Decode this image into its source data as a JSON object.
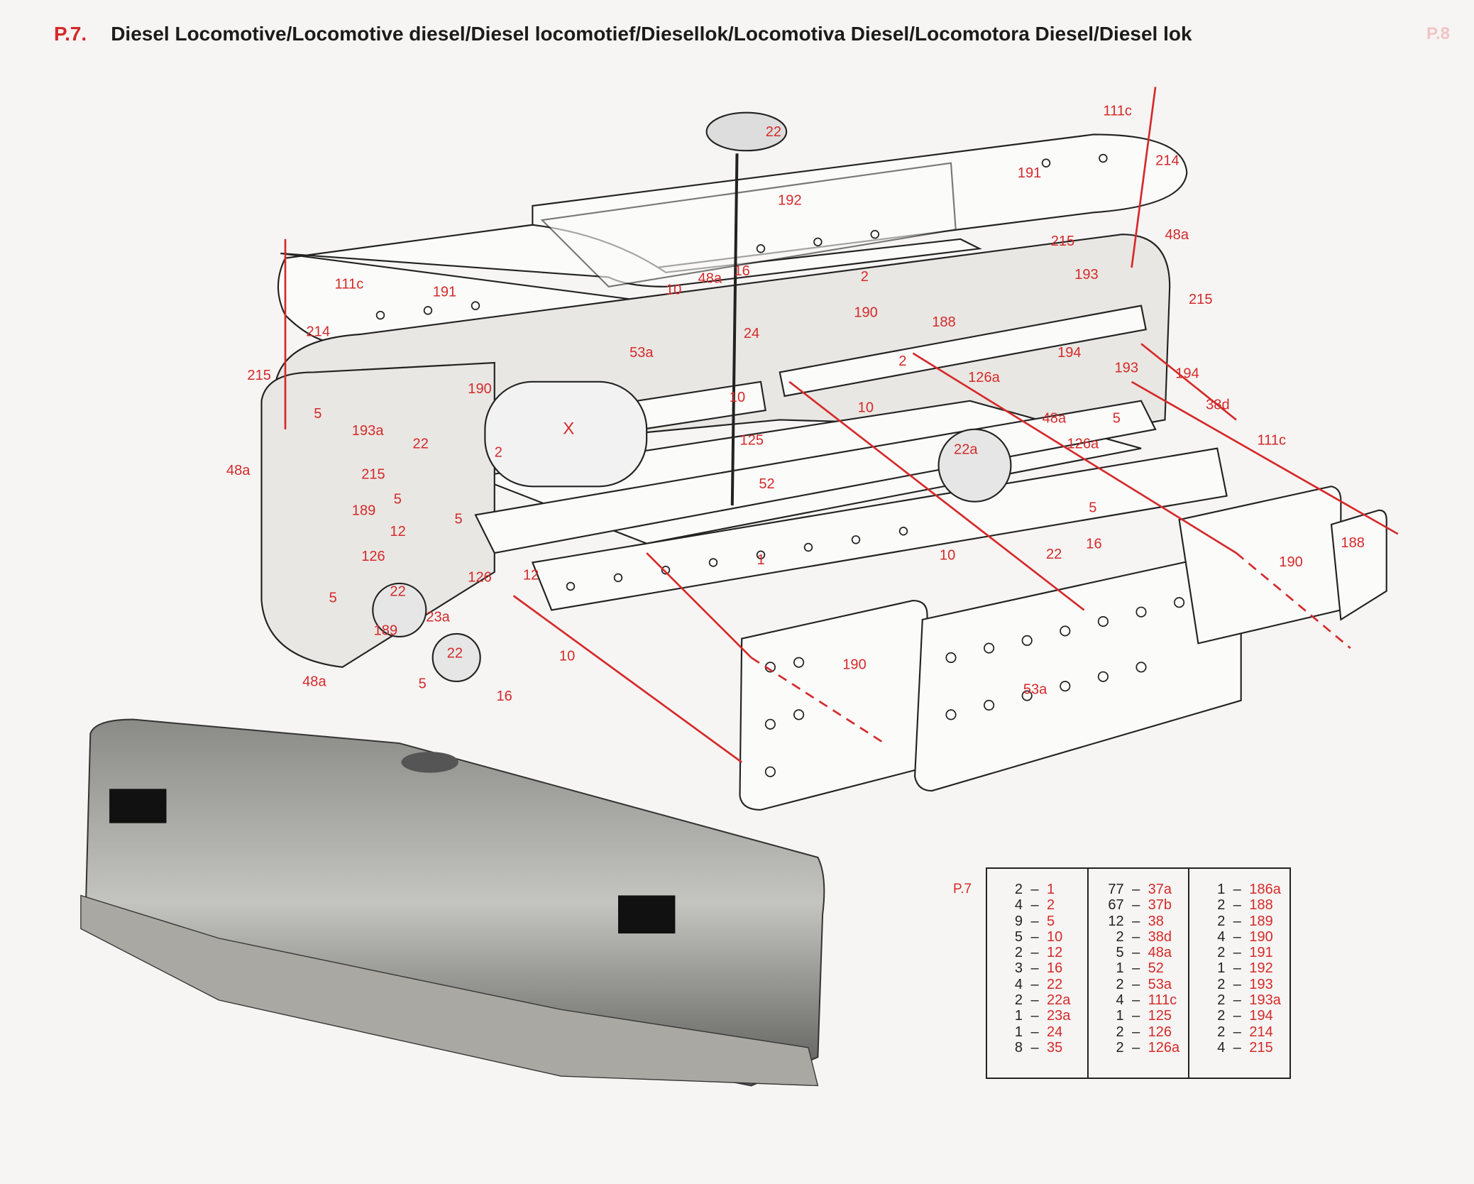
{
  "header": {
    "page_number": "P.7.",
    "title": "Diesel Locomotive/Locomotive diesel/Diesel locomotief/Diesellok/Locomotiva Diesel/Locomotora Diesel/Diesel lok",
    "bleed_through": "P.8"
  },
  "diagram": {
    "callouts": [
      "111c",
      "214",
      "191",
      "22",
      "192",
      "48a",
      "215",
      "193",
      "215",
      "2",
      "190",
      "188",
      "194",
      "193",
      "194",
      "38d",
      "111c",
      "10",
      "48a",
      "16",
      "24",
      "53a",
      "10",
      "125",
      "52",
      "2",
      "126a",
      "10",
      "48a",
      "5",
      "126a",
      "22a",
      "5",
      "22",
      "16",
      "10",
      "190",
      "188",
      "190",
      "53a",
      "191",
      "111c",
      "214",
      "215",
      "190",
      "193a",
      "48a",
      "22",
      "2",
      "X",
      "215",
      "189",
      "5",
      "12",
      "5",
      "126",
      "22",
      "126",
      "12",
      "5",
      "189",
      "23a",
      "22",
      "10",
      "5",
      "16",
      "48a",
      "5",
      "1"
    ]
  },
  "parts_list": {
    "label": "P.7",
    "dash": "–",
    "columns": [
      [
        [
          "2",
          "1"
        ],
        [
          "4",
          "2"
        ],
        [
          "9",
          "5"
        ],
        [
          "5",
          "10"
        ],
        [
          "2",
          "12"
        ],
        [
          "3",
          "16"
        ],
        [
          "4",
          "22"
        ],
        [
          "2",
          "22a"
        ],
        [
          "1",
          "23a"
        ],
        [
          "1",
          "24"
        ],
        [
          "8",
          "35"
        ]
      ],
      [
        [
          "77",
          "37a"
        ],
        [
          "67",
          "37b"
        ],
        [
          "12",
          "38"
        ],
        [
          "2",
          "38d"
        ],
        [
          "5",
          "48a"
        ],
        [
          "1",
          "52"
        ],
        [
          "2",
          "53a"
        ],
        [
          "4",
          "111c"
        ],
        [
          "1",
          "125"
        ],
        [
          "2",
          "126"
        ],
        [
          "2",
          "126a"
        ]
      ],
      [
        [
          "1",
          "186a"
        ],
        [
          "2",
          "188"
        ],
        [
          "2",
          "189"
        ],
        [
          "4",
          "190"
        ],
        [
          "2",
          "191"
        ],
        [
          "1",
          "192"
        ],
        [
          "2",
          "193"
        ],
        [
          "2",
          "193a"
        ],
        [
          "2",
          "194"
        ],
        [
          "2",
          "214"
        ],
        [
          "4",
          "215"
        ]
      ]
    ]
  },
  "colors": {
    "accent_red": "#d42a2a",
    "ink": "#1b1b1b",
    "paper": "#f6f5f3"
  }
}
